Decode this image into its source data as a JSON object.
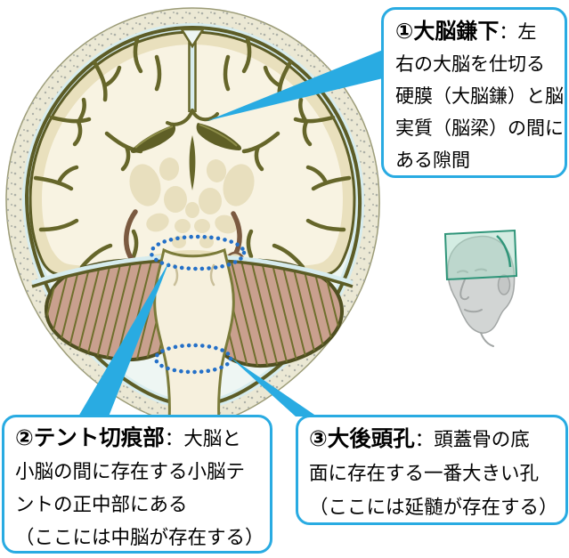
{
  "callouts": [
    {
      "title": "①大脳鎌下",
      "first_rest": "：左",
      "lines": [
        "右の大脳を仕切る",
        "硬膜（大脳鎌）と脳",
        "実質（脳梁）の間に",
        "ある隙間"
      ]
    },
    {
      "title": "②テント切痕部",
      "first_rest": "：大脳と",
      "lines": [
        "小脳の間に存在する小脳テ",
        "ントの正中部にある",
        "（ここには中脳が存在する）"
      ]
    },
    {
      "title": "③大後頭孔",
      "first_rest": "：頭蓋骨の底",
      "lines": [
        "面に存在する一番大きい孔",
        "（ここには延髄が存在する）"
      ]
    }
  ],
  "colors": {
    "accent": "#29abe2",
    "marker_blue": "#2470c8",
    "bone": "#ebe8d4",
    "bone_dots": "#adb0a7",
    "bone_edge": "#9c9c78",
    "outline_olive": "#5c5c26",
    "sulcus": "#66662a",
    "cortex": "#f8f3e2",
    "gyri": "#e9e0bd",
    "csf": "#d7ecee",
    "inner_bg": "#eef6f3",
    "ventricle": "#5f5f26",
    "ventricle_hi": "#8e8e49",
    "nuclei": "#e8dfbe",
    "horn": "#7b5a40",
    "cerebellum": "#c9a08e",
    "folia": "#6f6f2d",
    "cerebellum_outline": "#4f4f20",
    "stem_fill": "#f6f0dd",
    "stem_outline": "#7b7b3a",
    "plane": "#a8d9c6",
    "plane_edge": "#2f9579",
    "head_gray": "#d2d5d4",
    "head_line": "#a2a6a5"
  }
}
